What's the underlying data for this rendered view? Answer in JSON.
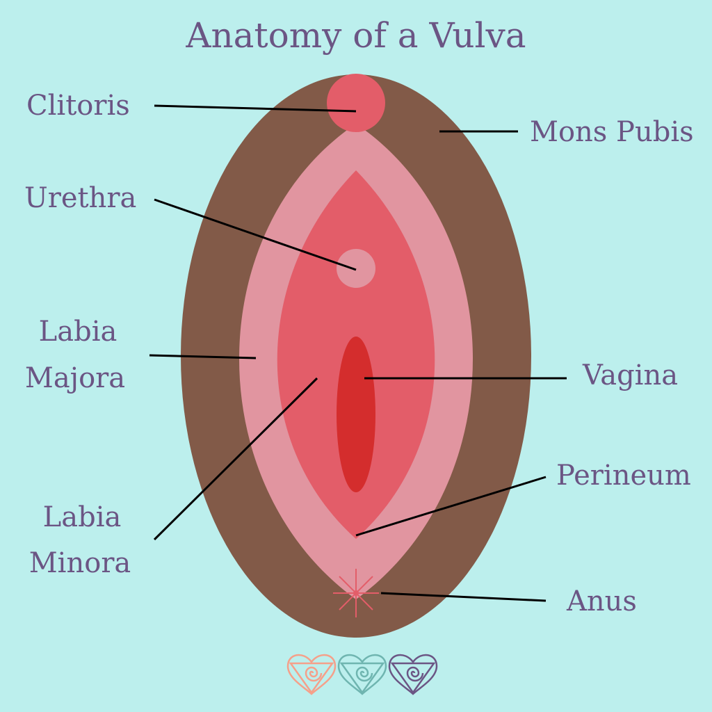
{
  "title": "Anatomy of a Vulva",
  "labels": {
    "clitoris": "Clitoris",
    "mons_pubis": "Mons Pubis",
    "urethra": "Urethra",
    "labia_majora": [
      "Labia",
      "Majora"
    ],
    "vagina": "Vagina",
    "perineum": "Perineum",
    "labia_minora": [
      "Labia",
      "Minora"
    ],
    "anus": "Anus"
  },
  "colors": {
    "background": "#bcefed",
    "mons": "#825a48",
    "labia_majora": "#e195a0",
    "labia_minora": "#e35d69",
    "vagina": "#d42d2d",
    "text": "#6b5584",
    "heart_1": "#f5a08a",
    "heart_2": "#6fb5b0",
    "heart_3": "#6b5584"
  }
}
